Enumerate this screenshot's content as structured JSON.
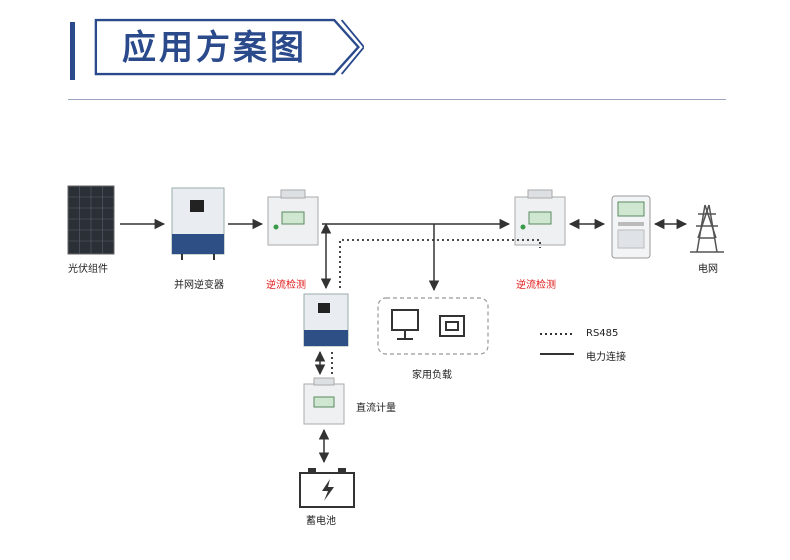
{
  "header": {
    "title": "应用方案图"
  },
  "nodes": {
    "pv": "光伏组件",
    "inverter": "并网逆变器",
    "meter_left": "逆流检测",
    "meter_right": "逆流检测",
    "home_load": "家用负载",
    "dc_meter": "直流计量",
    "battery": "蓄电池",
    "grid": "电网"
  },
  "legend": {
    "rs485": "RS485",
    "power": "电力连接"
  },
  "colors": {
    "accent": "#2a4a8c",
    "warning": "#e01818",
    "inverter_blue": "#2d4f86",
    "meter_green": "#3a9a4a"
  }
}
